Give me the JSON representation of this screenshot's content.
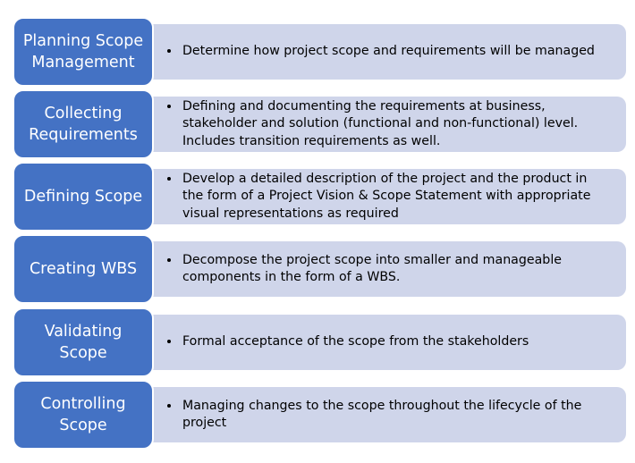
{
  "colors": {
    "label_bg": "#4472C4",
    "desc_bg": "#CFD5EA"
  },
  "rows": [
    {
      "title": "Planning Scope Management",
      "description": "Determine how project scope and requirements will be managed"
    },
    {
      "title": "Collecting Requirements",
      "description": "Defining and documenting the requirements at business, stakeholder and solution (functional and non-functional) level. Includes transition requirements as well."
    },
    {
      "title": "Defining Scope",
      "description": "Develop a detailed description of the project and the product in the form of a Project Vision & Scope Statement with appropriate visual representations as required"
    },
    {
      "title": "Creating WBS",
      "description": "Decompose the project scope into smaller and manageable components in the form of a WBS."
    },
    {
      "title": "Validating Scope",
      "description": "Formal acceptance of the scope from the stakeholders"
    },
    {
      "title": "Controlling Scope",
      "description": "Managing changes to the scope throughout the lifecycle of the project"
    }
  ]
}
